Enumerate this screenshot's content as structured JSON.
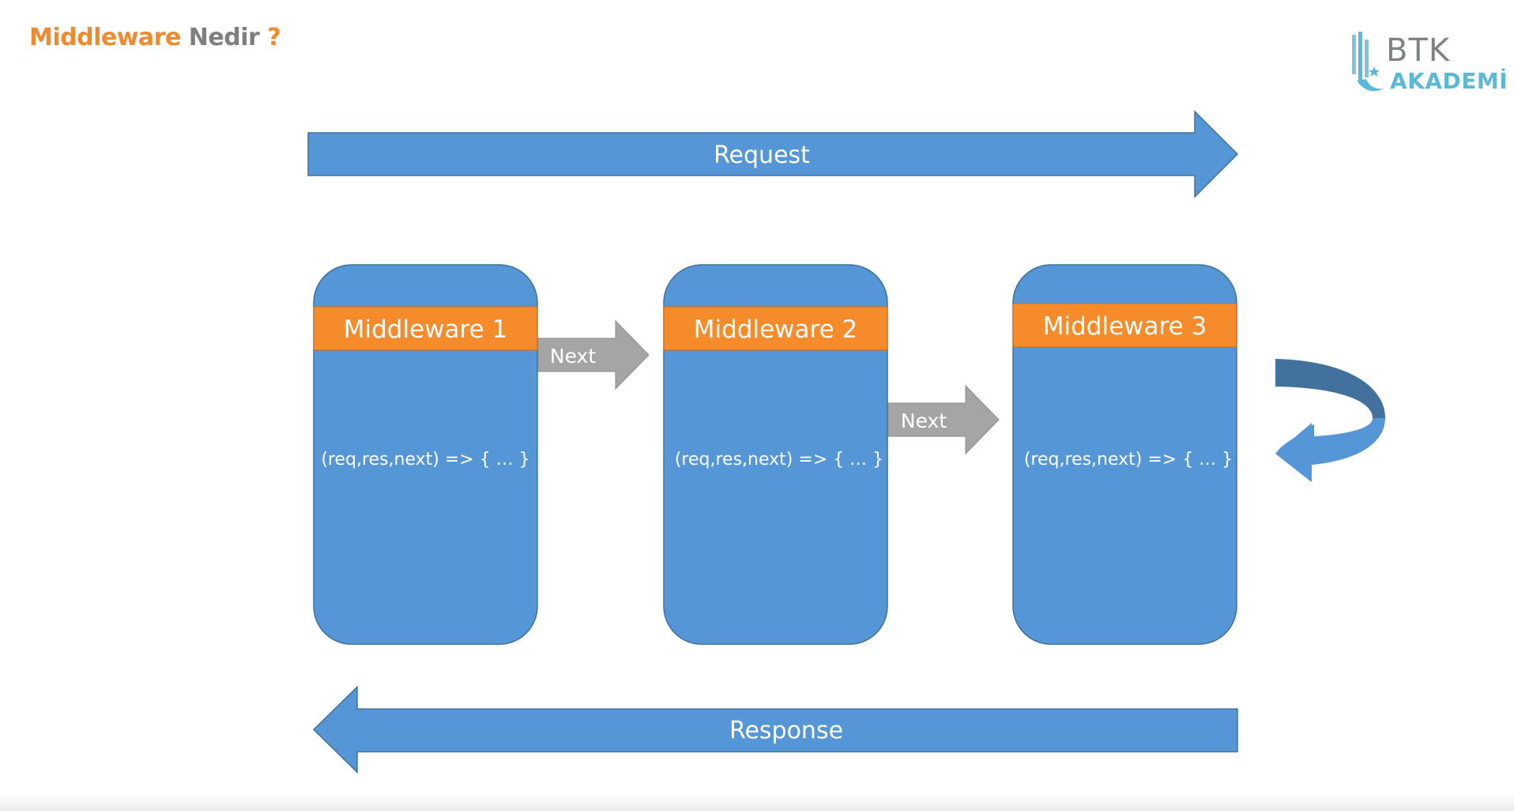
{
  "slide": {
    "title_part1": "Middleware",
    "title_part2": "Nedir",
    "title_part3": "?"
  },
  "logo": {
    "top_text": "BTK",
    "bottom_text": "AKADEMİ"
  },
  "diagram": {
    "request_label": "Request",
    "response_label": "Response",
    "middlewares": [
      {
        "name": "Middleware 1",
        "code": "(req,res,next) => { … }"
      },
      {
        "name": "Middleware 2",
        "code": "(req,res,next) => { … }"
      },
      {
        "name": "Middleware 3",
        "code": "(req,res,next) => { … }"
      }
    ],
    "next_labels": [
      "Next",
      "Next"
    ]
  },
  "colors": {
    "primary_blue": "#5596d7",
    "blue_border": "#41719c",
    "header_orange": "#f58b2b",
    "next_gray": "#a5a5a5",
    "title_orange": "#f08a2f",
    "title_gray": "#7f7f7f",
    "logo_gray": "#7e8387",
    "logo_cyan": "#5cb8d7"
  }
}
